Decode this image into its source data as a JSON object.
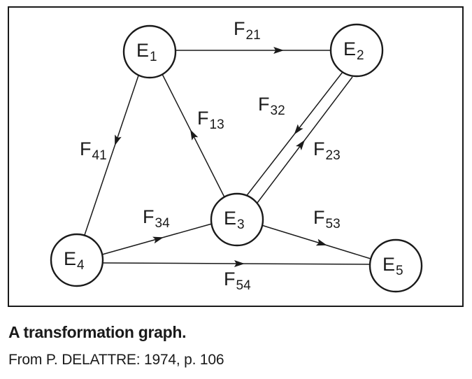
{
  "diagram": {
    "nodes": [
      {
        "id": "E1",
        "base": "E",
        "sub": "1"
      },
      {
        "id": "E2",
        "base": "E",
        "sub": "2"
      },
      {
        "id": "E3",
        "base": "E",
        "sub": "3"
      },
      {
        "id": "E4",
        "base": "E",
        "sub": "4"
      },
      {
        "id": "E5",
        "base": "E",
        "sub": "5"
      }
    ],
    "edges": [
      {
        "id": "F21",
        "from": "E1",
        "to": "E2",
        "base": "F",
        "sub": "21"
      },
      {
        "id": "F13",
        "from": "E3",
        "to": "E1",
        "base": "F",
        "sub": "13"
      },
      {
        "id": "F41",
        "from": "E1",
        "to": "E4",
        "base": "F",
        "sub": "41"
      },
      {
        "id": "F32",
        "from": "E2",
        "to": "E3",
        "base": "F",
        "sub": "32"
      },
      {
        "id": "F23",
        "from": "E3",
        "to": "E2",
        "base": "F",
        "sub": "23"
      },
      {
        "id": "F34",
        "from": "E4",
        "to": "E3",
        "base": "F",
        "sub": "34"
      },
      {
        "id": "F53",
        "from": "E3",
        "to": "E5",
        "base": "F",
        "sub": "53"
      },
      {
        "id": "F54",
        "from": "E4",
        "to": "E5",
        "base": "F",
        "sub": "54"
      }
    ]
  },
  "caption": {
    "title": "A transformation graph.",
    "source": "From P. DELATTRE: 1974, p. 106"
  }
}
